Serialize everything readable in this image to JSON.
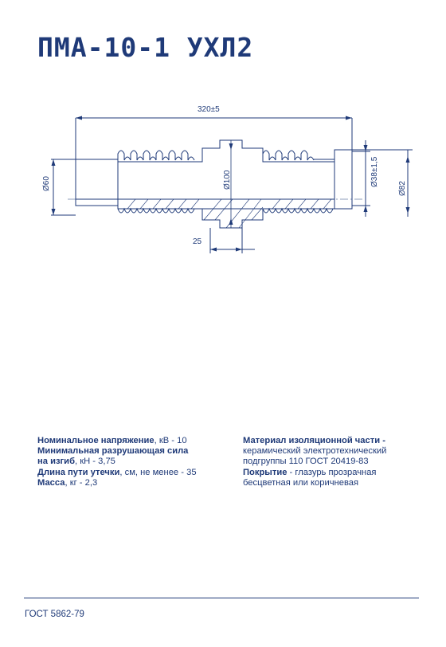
{
  "title": "ПМА-10-1 УХЛ2",
  "drawing": {
    "dim_length": "320±5",
    "dim_d60": "Ø60",
    "dim_d100": "Ø100",
    "dim_d38": "Ø38±1,5",
    "dim_d82": "Ø82",
    "dim_25": "25"
  },
  "specs_left": [
    {
      "label": "Номинальное напряжение",
      "rest": ", кВ - 10"
    },
    {
      "label": "Минимальная разрушающая сила",
      "rest": ""
    },
    {
      "label": "на изгиб",
      "rest": ", кН - 3,75"
    },
    {
      "label": "Длина пути утечки",
      "rest": ", см, не менее - 35"
    },
    {
      "label": "Масса",
      "rest": ", кг - 2,3"
    }
  ],
  "specs_right": [
    {
      "label": "Материал изоляционной части -",
      "rest": ""
    },
    {
      "label": "",
      "rest": "керамический электротехнический"
    },
    {
      "label": "",
      "rest": "подгруппы 110 ГОСТ 20419-83"
    },
    {
      "label": "Покрытие",
      "rest": " - глазурь прозрачная"
    },
    {
      "label": "",
      "rest": "бесцветная или коричневая"
    }
  ],
  "footer": "ГОСТ 5862-79",
  "colors": {
    "ink": "#1f3a78",
    "drawing": "#1f3a78"
  }
}
